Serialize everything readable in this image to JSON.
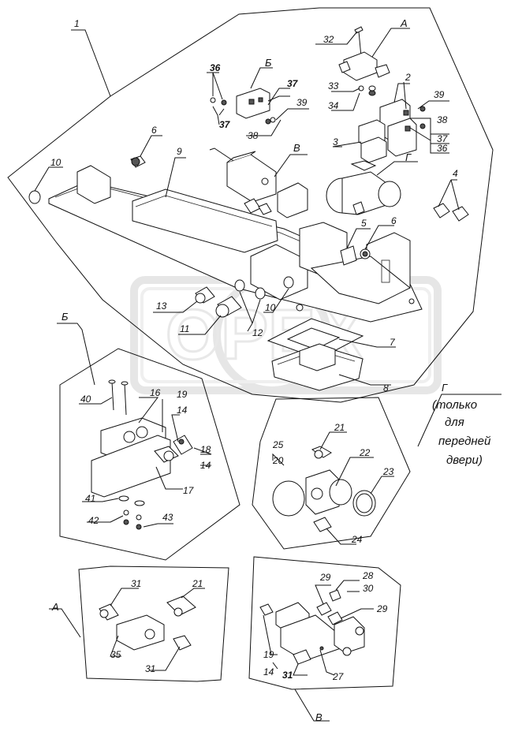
{
  "callouts": {
    "c1": "1",
    "c2": "2",
    "c3": "3",
    "c4": "4",
    "c5": "5",
    "c6a": "6",
    "c6b": "6",
    "c7": "7",
    "c8": "8",
    "c9": "9",
    "c10a": "10",
    "c10b": "10",
    "c11": "11",
    "c12": "12",
    "c13": "13",
    "c14a": "14",
    "c14b": "14",
    "c14c": "14",
    "c16": "16",
    "c17": "17",
    "c18": "18",
    "c19a": "19",
    "c19b": "19",
    "c20": "20",
    "c21a": "21",
    "c21b": "21",
    "c22": "22",
    "c23": "23",
    "c24": "24",
    "c25": "25",
    "c27": "27",
    "c28": "28",
    "c29a": "29",
    "c29b": "29",
    "c30": "30",
    "c31a": "31",
    "c31b": "31",
    "c31c": "31",
    "c32": "32",
    "c33": "33",
    "c34": "34",
    "c35": "35",
    "c36a": "36",
    "c36b": "36",
    "c37a": "37",
    "c37b": "37",
    "c37c": "37",
    "c38a": "38",
    "c38b": "38",
    "c39a": "39",
    "c39b": "39",
    "c40": "40",
    "c41": "41",
    "c42": "42",
    "c43": "43"
  },
  "views": {
    "A_top": "А",
    "A_bottom": "А",
    "B_top": "Б",
    "B_left": "Б",
    "V_top": "В",
    "V_bottom": "В",
    "G_top": "Г",
    "G_right": "Г"
  },
  "note": {
    "line1": "(только",
    "line2": "для",
    "line3": "передней",
    "line4": "двери)"
  },
  "watermark": "OPEX"
}
